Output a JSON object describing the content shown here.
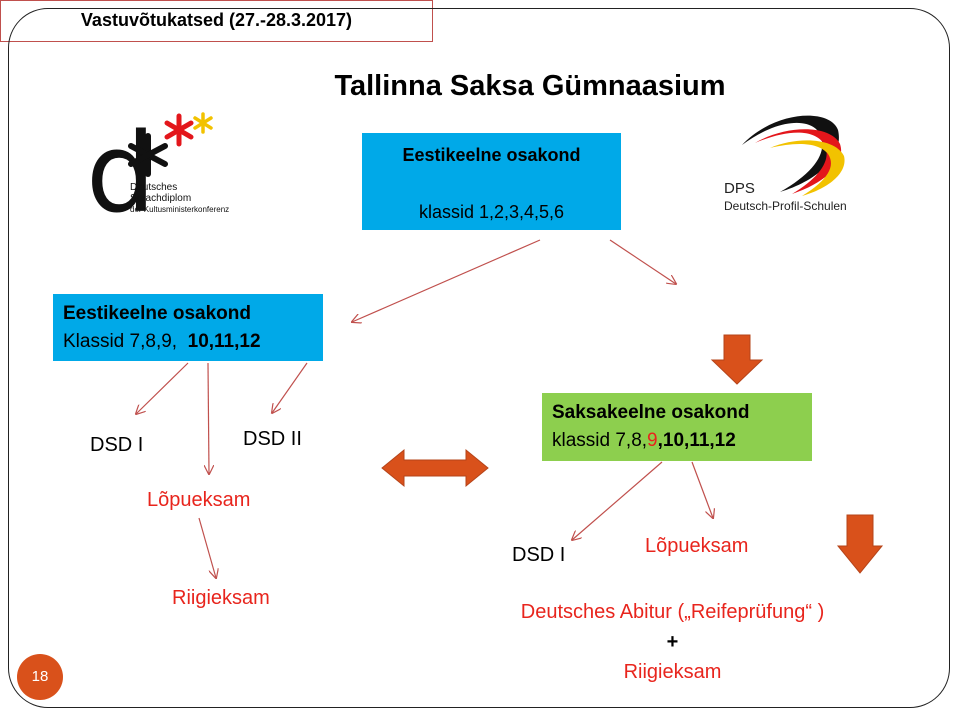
{
  "title": "Tallinna Saksa Gümnaasium",
  "top_box": {
    "title": "Eestikeelne osakond",
    "sub": "klassid 1,2,3,4,5,6"
  },
  "left_box": {
    "title": "Eestikeelne osakond",
    "line_a": "Klassid 7,8,9,  ",
    "line_b": "10,11,12"
  },
  "entrance_exam": "Vastuvõtukatsed (27.-28.3.2017)",
  "german_box": {
    "title": "Saksakeelne osakond",
    "line_a": "klassid 7,8,",
    "line_red": "9",
    "line_b": ",10,11,12"
  },
  "left_branch": {
    "dsd1": "DSD I",
    "dsd2": "DSD II",
    "final": "Lõpueksam",
    "state": "Riigieksam"
  },
  "right_branch": {
    "dsd1": "DSD I",
    "final": "Lõpueksam",
    "abitur": "Deutsches Abitur („Reifeprüfung“ )",
    "plus": "+",
    "state": "Riigieksam"
  },
  "logo_dsd": {
    "letter": "d",
    "line1": "Deutsches",
    "line2": "Sprachdiplom",
    "line3": "der Kultusministerkonferenz"
  },
  "logo_dps": {
    "abbr": "DPS",
    "full": "Deutsch-Profil-Schulen"
  },
  "page_number": "18",
  "colors": {
    "blue": "#00a9e8",
    "green": "#8dcf4e",
    "red": "#e8251d",
    "arrow": "#d9511b",
    "connector": "#c0504d"
  }
}
